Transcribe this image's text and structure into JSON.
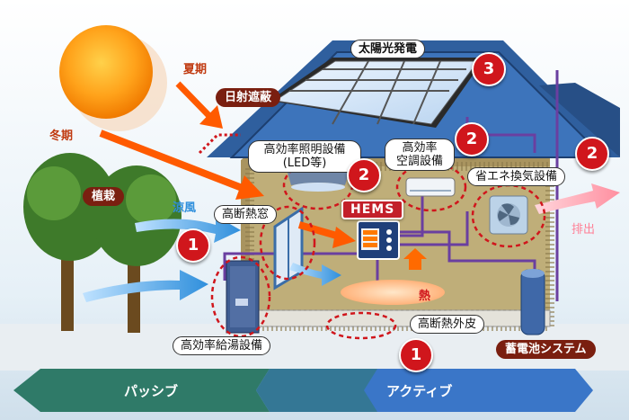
{
  "labels": {
    "solar": "太陽光発電",
    "summer": "夏期",
    "winter": "冬期",
    "shading": "日射遮蔽",
    "lighting": "高効率照明設備\n(LED等)",
    "aircon": "高効率\n空調設備",
    "ventilation": "省エネ換気設備",
    "exhaust": "排出",
    "planting": "植栽",
    "breeze": "涼風",
    "window": "高断熱窓",
    "hems": "HEMS",
    "heat": "熱",
    "water_heater": "高効率給湯設備",
    "envelope": "高断熱外皮",
    "battery": "蓄電池システム"
  },
  "badges": {
    "solar": "3",
    "lighting": "2",
    "aircon": "2",
    "ventilation": "2",
    "window": "1",
    "envelope": "1"
  },
  "bottom_bar": {
    "passive": "パッシブ",
    "active": "アクティブ"
  },
  "colors": {
    "badge": "#d0161c",
    "tag": "#7a1f10",
    "roof": "#2f5f9e",
    "wall": "#b7a36e",
    "passive_bar": "#2f7a68",
    "active_bar": "#3a76c8",
    "arrow_orange": "#ff5a00",
    "arrow_blue": "#2f8fdc",
    "wire": "#6a3fa0"
  }
}
